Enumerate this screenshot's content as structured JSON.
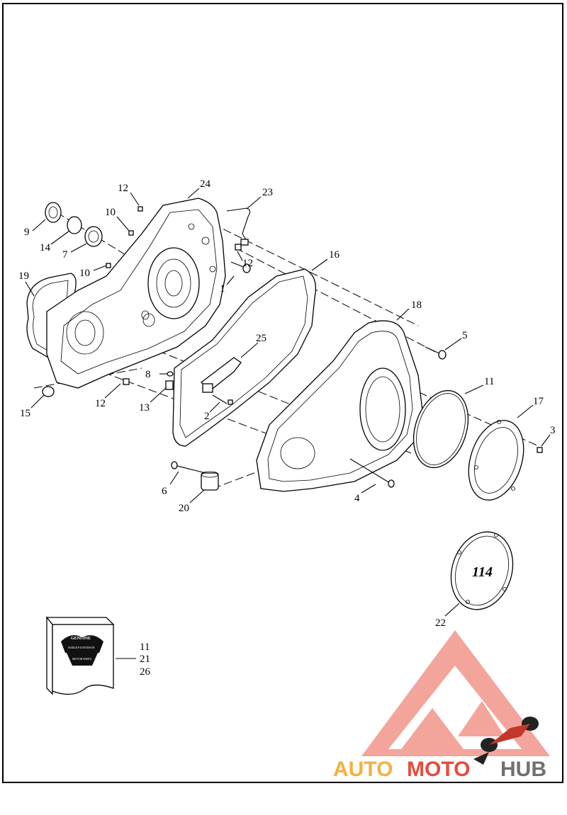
{
  "callouts": [
    {
      "id": "c1",
      "text": "1"
    },
    {
      "id": "c2",
      "text": "2"
    },
    {
      "id": "c3",
      "text": "3"
    },
    {
      "id": "c4",
      "text": "4"
    },
    {
      "id": "c5",
      "text": "5"
    },
    {
      "id": "c6",
      "text": "6"
    },
    {
      "id": "c7",
      "text": "7"
    },
    {
      "id": "c8",
      "text": "8"
    },
    {
      "id": "c9",
      "text": "9"
    },
    {
      "id": "c10a",
      "text": "10"
    },
    {
      "id": "c10b",
      "text": "10"
    },
    {
      "id": "c11",
      "text": "11"
    },
    {
      "id": "c12a",
      "text": "12"
    },
    {
      "id": "c12b",
      "text": "12"
    },
    {
      "id": "c12c",
      "text": "12"
    },
    {
      "id": "c13",
      "text": "13"
    },
    {
      "id": "c14",
      "text": "14"
    },
    {
      "id": "c15",
      "text": "15"
    },
    {
      "id": "c16",
      "text": "16"
    },
    {
      "id": "c17",
      "text": "17"
    },
    {
      "id": "c18",
      "text": "18"
    },
    {
      "id": "c19",
      "text": "19"
    },
    {
      "id": "c20",
      "text": "20"
    },
    {
      "id": "c22",
      "text": "22"
    },
    {
      "id": "c23",
      "text": "23"
    },
    {
      "id": "c24",
      "text": "24"
    },
    {
      "id": "c25",
      "text": "25"
    }
  ],
  "kit_box": {
    "labels": [
      "11",
      "21",
      "26"
    ],
    "logo_text": [
      "GENUINE",
      "HARLEY-DAVIDSON",
      "MOTOR PARTS"
    ]
  },
  "derby_cover_emblem": "114",
  "watermark": {
    "part1": "AUTO",
    "part2": "MOTO",
    "part3": "HUB",
    "colors": {
      "auto": "#f5b041",
      "moto": "#e74c3c",
      "hub": "#707070",
      "triangle": "#f1948a"
    }
  }
}
